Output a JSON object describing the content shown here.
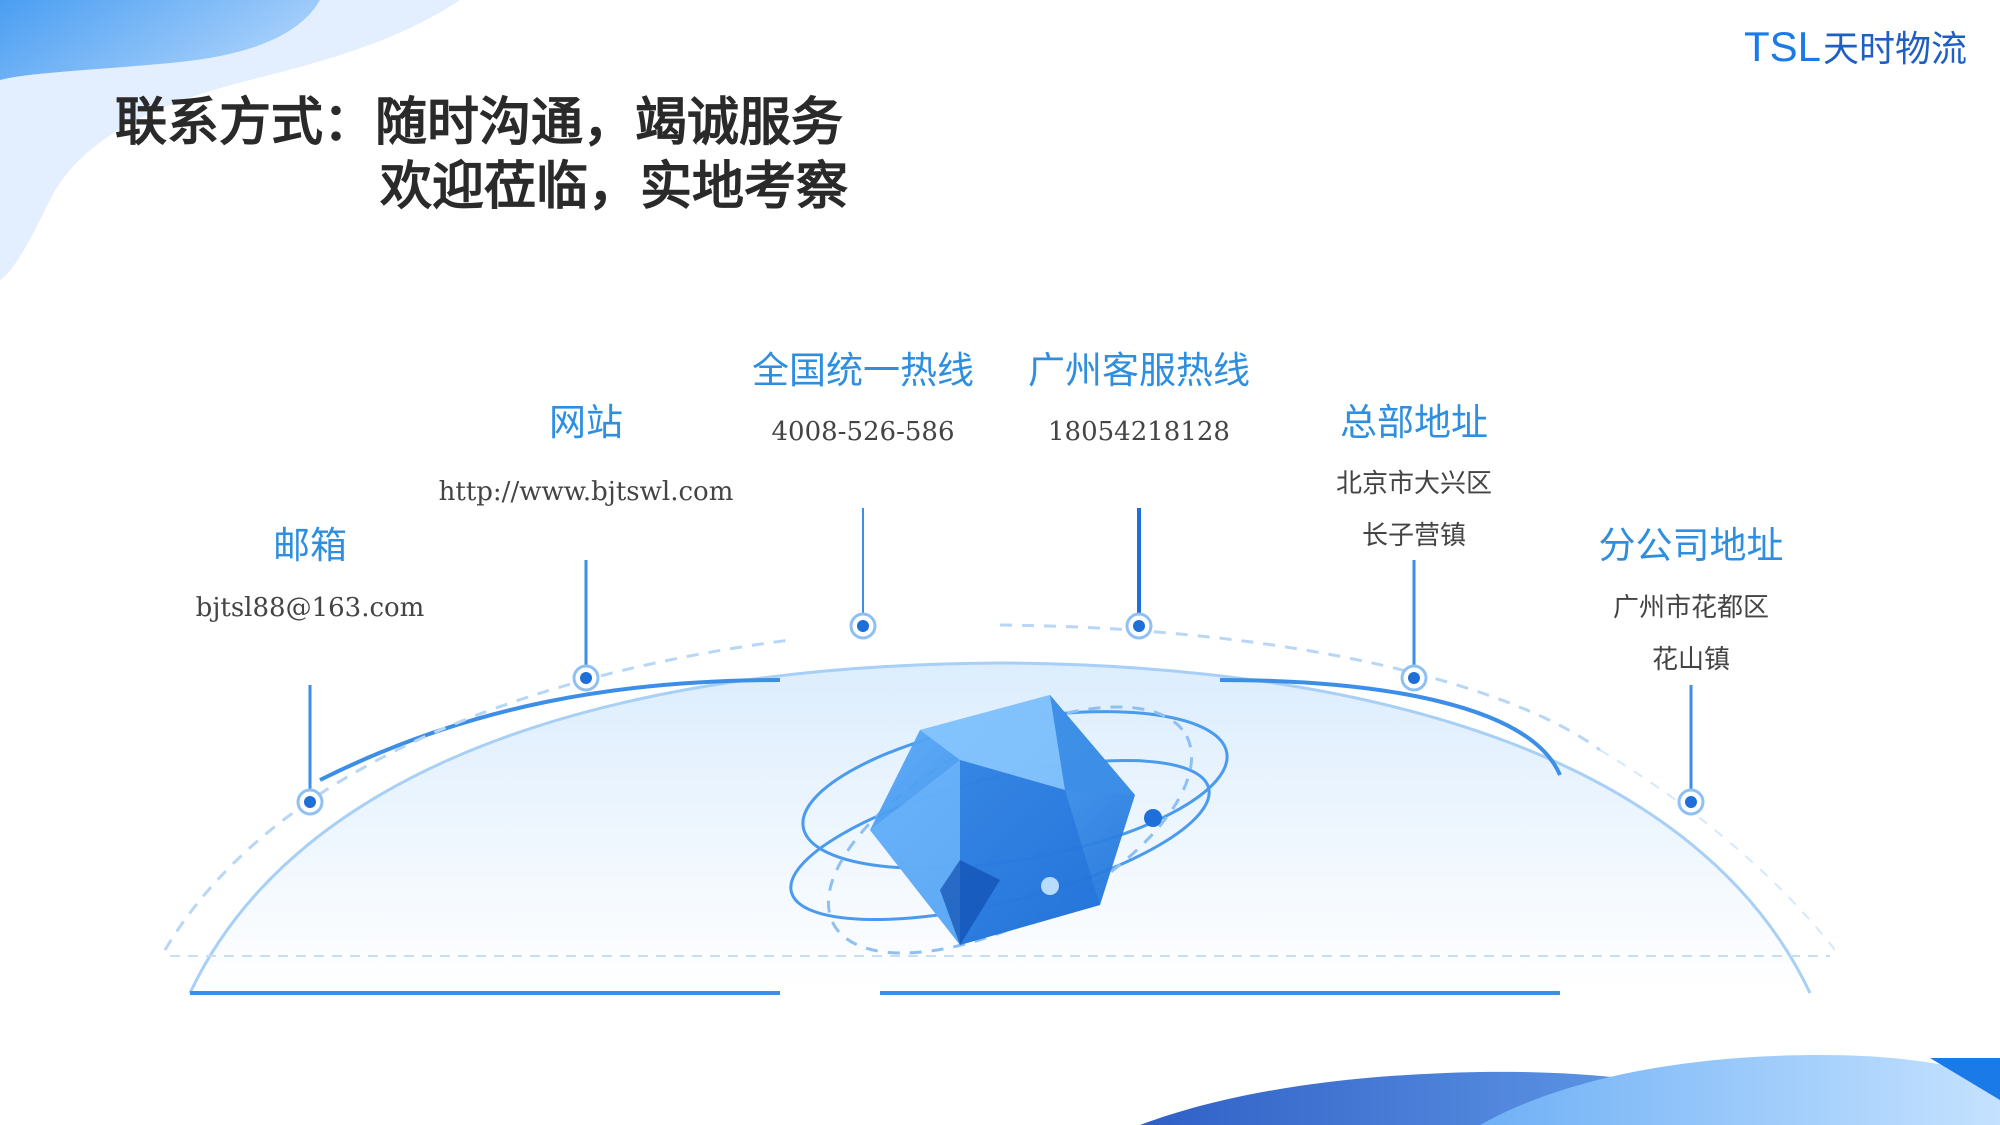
{
  "brand": {
    "latin": "TSL",
    "cn": "天时物流"
  },
  "title": {
    "line1": "联系方式：随时沟通，竭诚服务",
    "line2": "欢迎莅临，实地考察"
  },
  "contacts": [
    {
      "label": "邮箱",
      "value": "bjtsl88@163.com"
    },
    {
      "label": "网站",
      "value": "http://www.bjtswl.com"
    },
    {
      "label": "全国统一热线",
      "value": "4008-526-586"
    },
    {
      "label": "广州客服热线",
      "value": "18054218128"
    },
    {
      "label": "总部地址",
      "value_line1": "北京市大兴区",
      "value_line2": "长子营镇"
    },
    {
      "label": "分公司地址",
      "value_line1": "广州市花都区",
      "value_line2": "花山镇"
    }
  ],
  "colors": {
    "accent": "#2e8ee0",
    "brand": "#1a7be8",
    "title": "#2a2a2a"
  }
}
